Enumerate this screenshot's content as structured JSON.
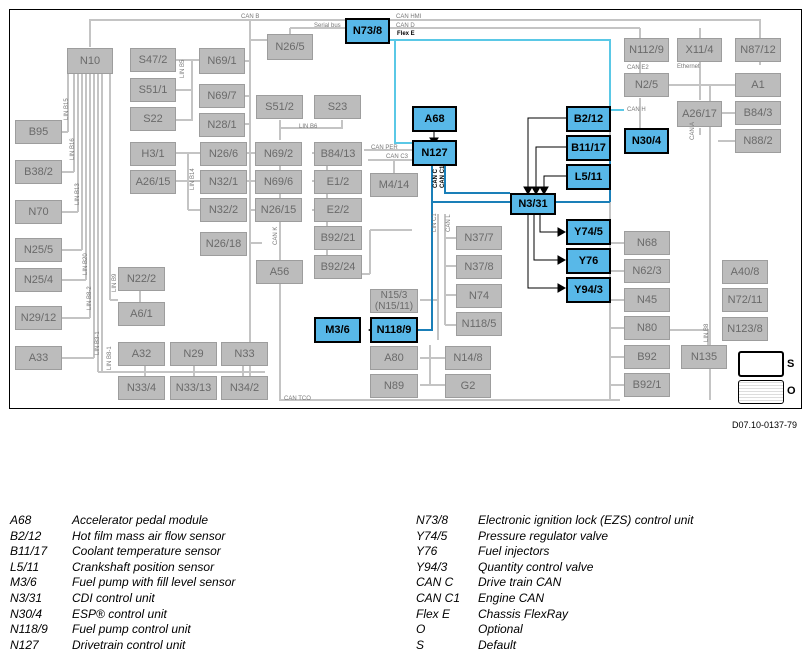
{
  "boxes": {
    "N10": "N10",
    "S47_2": "S47/2",
    "S51_1": "S51/1",
    "S22": "S22",
    "N69_1": "N69/1",
    "N69_7": "N69/7",
    "N28_1": "N28/1",
    "N26_5": "N26/5",
    "N73_8": "N73/8",
    "N112_9": "N112/9",
    "X11_4": "X11/4",
    "N87_12": "N87/12",
    "N2_5": "N2/5",
    "A1": "A1",
    "A26_17": "A26/17",
    "B84_3": "B84/3",
    "N88_2": "N88/2",
    "B95": "B95",
    "B38_2": "B38/2",
    "N70": "N70",
    "N25_5": "N25/5",
    "N25_4": "N25/4",
    "N29_12": "N29/12",
    "A33": "A33",
    "S51_2": "S51/2",
    "S23": "S23",
    "H3_1": "H3/1",
    "N26_6": "N26/6",
    "N69_2": "N69/2",
    "A26_15": "A26/15",
    "N32_1": "N32/1",
    "N69_6": "N69/6",
    "N32_2": "N32/2",
    "N26_15": "N26/15",
    "N26_18": "N26/18",
    "A56": "A56",
    "B84_13": "B84/13",
    "E1_2": "E1/2",
    "E2_2": "E2/2",
    "B92_21": "B92/21",
    "B92_24": "B92/24",
    "M4_14": "M4/14",
    "A68": "A68",
    "N127": "N127",
    "B2_12": "B2/12",
    "B11_17": "B11/17",
    "N30_4": "N30/4",
    "L5_11": "L5/11",
    "N3_31": "N3/31",
    "Y74_5": "Y74/5",
    "Y76": "Y76",
    "Y94_3": "Y94/3",
    "N37_7": "N37/7",
    "N37_8": "N37/8",
    "N74": "N74",
    "N118_5": "N118/5",
    "N15_3": "N15/3 (N15/11)",
    "M3_6": "M3/6",
    "N118_9": "N118/9",
    "A80": "A80",
    "N14_8": "N14/8",
    "N89": "N89",
    "G2": "G2",
    "N68": "N68",
    "N62_3": "N62/3",
    "N45": "N45",
    "N80": "N80",
    "N135": "N135",
    "B92": "B92",
    "B92_1": "B92/1",
    "A40_8": "A40/8",
    "N72_11": "N72/11",
    "N123_8": "N123/8",
    "N22_2": "N22/2",
    "A6_1": "A6/1",
    "A32": "A32",
    "N29": "N29",
    "N33": "N33",
    "N33_4": "N33/4",
    "N33_13": "N33/13",
    "N34_2": "N34/2"
  },
  "buses": {
    "can_b": "CAN B",
    "serial_bus": "Serial bus",
    "can_hmi": "CAN HMI",
    "can_d": "CAN D",
    "flex_e": "Flex E",
    "can_e2": "CAN E2",
    "ethernet": "Ethernet",
    "can_h": "CAN H",
    "can_a": "CAN A",
    "lin_b5": "LIN B5",
    "lin_b6": "LIN B6",
    "lin_b15": "LIN B15",
    "lin_b16": "LIN B16",
    "lin_b13": "LIN B13",
    "lin_b20": "LIN B20",
    "lin_b8_2": "LIN B8-2",
    "lin_b3_1": "LIN B3-1",
    "lin_b14": "LIN B14",
    "lin_b9": "LIN B9",
    "lin_b8_1": "LIN B8-1",
    "can_k": "CAN K",
    "can_per": "CAN PER",
    "can_c3": "CAN C3",
    "can_c": "CAN C",
    "can_c1": "CAN C1",
    "lin_c1": "LIN C1",
    "can_l": "CAN L",
    "lin_b8": "LIN B8",
    "can_tco": "CAN TCO"
  },
  "variants": {
    "default": "S",
    "optional": "O"
  },
  "reference": "D07.10-0137-79",
  "legend_left": [
    {
      "code": "A68",
      "desc": "Accelerator pedal module"
    },
    {
      "code": "B2/12",
      "desc": "Hot film mass air flow sensor"
    },
    {
      "code": "B11/17",
      "desc": "Coolant temperature sensor"
    },
    {
      "code": "L5/11",
      "desc": "Crankshaft position sensor"
    },
    {
      "code": "M3/6",
      "desc": "Fuel pump with fill level sensor"
    },
    {
      "code": "N3/31",
      "desc": "CDI control unit"
    },
    {
      "code": "N30/4",
      "desc": "ESP® control unit"
    },
    {
      "code": "N118/9",
      "desc": "Fuel pump control unit"
    },
    {
      "code": "N127",
      "desc": "Drivetrain control unit"
    }
  ],
  "legend_right": [
    {
      "code": "N73/8",
      "desc": "Electronic ignition lock (EZS) control unit"
    },
    {
      "code": "Y74/5",
      "desc": "Pressure regulator valve"
    },
    {
      "code": "Y76",
      "desc": "Fuel injectors"
    },
    {
      "code": "Y94/3",
      "desc": "Quantity control valve"
    },
    {
      "code": "CAN C",
      "desc": "Drive train CAN"
    },
    {
      "code": "CAN C1",
      "desc": "Engine CAN"
    },
    {
      "code": "Flex E",
      "desc": "Chassis FlexRay"
    },
    {
      "code": "O",
      "desc": "Optional"
    },
    {
      "code": "S",
      "desc": "Default"
    }
  ],
  "colors": {
    "highlight": "#58b8e8",
    "component_gray": "#bcbcbc",
    "can_c_line": "#1a7fb8",
    "flex_e_line": "#5ac8e6"
  }
}
